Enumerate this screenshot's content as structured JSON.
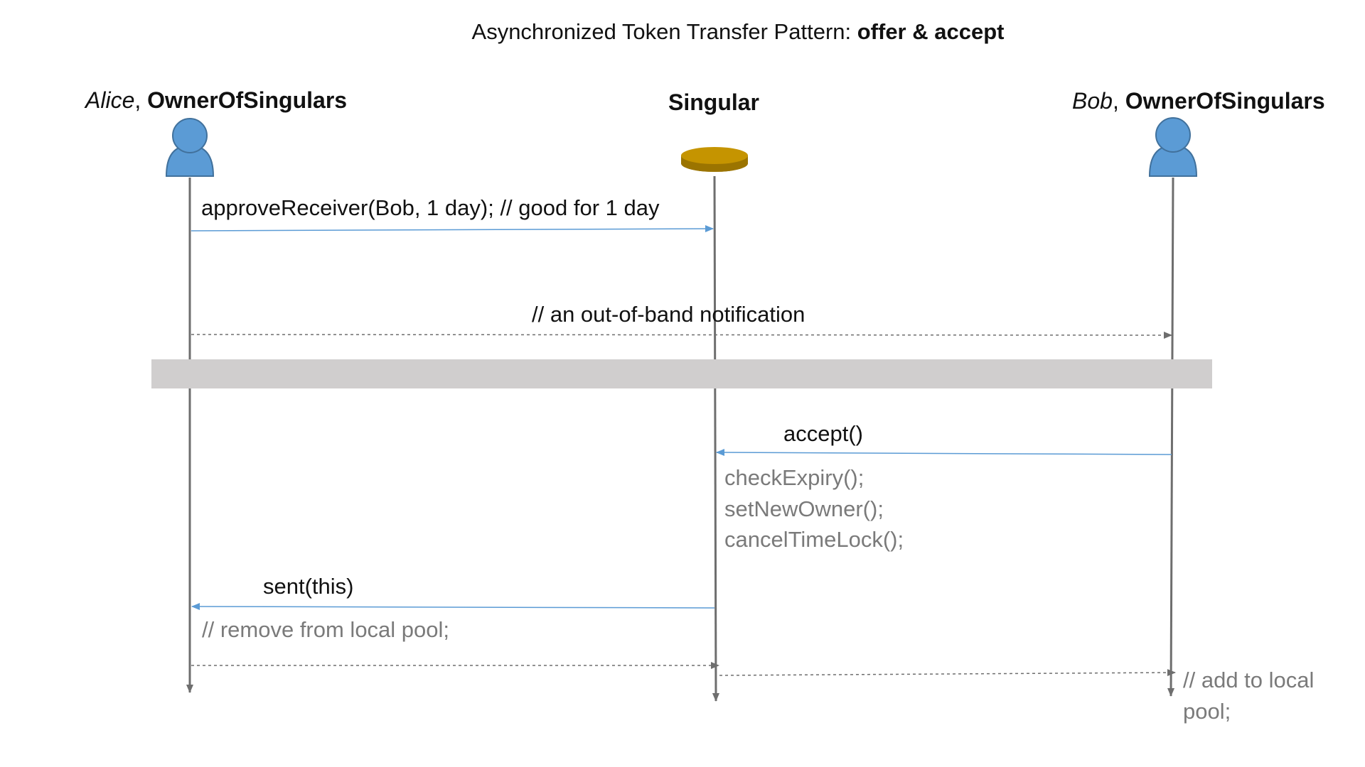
{
  "title": {
    "prefix": "Asynchronized Token Transfer Pattern: ",
    "emphasis": "offer & accept"
  },
  "actors": {
    "alice": {
      "name": "Alice",
      "role": "OwnerOfSingulars"
    },
    "singular": {
      "name": "Singular"
    },
    "bob": {
      "name": "Bob",
      "role": "OwnerOfSingulars"
    }
  },
  "messages": {
    "approve": "approveReceiver(Bob, 1 day); // good for 1 day",
    "notification": "// an out-of-band notification",
    "accept": "accept()",
    "sent": "sent(this)"
  },
  "notes": {
    "singular_actions": [
      "checkExpiry();",
      "setNewOwner();",
      "cancelTimeLock();"
    ],
    "alice_action": "// remove from local pool;",
    "bob_action": [
      "// add to local",
      "pool;"
    ]
  },
  "colors": {
    "actor_fill": "#5b9bd5",
    "actor_stroke": "#41719c",
    "coin_fill": "#c59400",
    "lifeline": "#6e6e6e",
    "message_arrow": "#5b9bd5",
    "divider": "#d0cece",
    "note_text": "#7a7a7a"
  },
  "icons": {
    "alice": "person-icon",
    "singular": "coin-icon",
    "bob": "person-icon"
  }
}
